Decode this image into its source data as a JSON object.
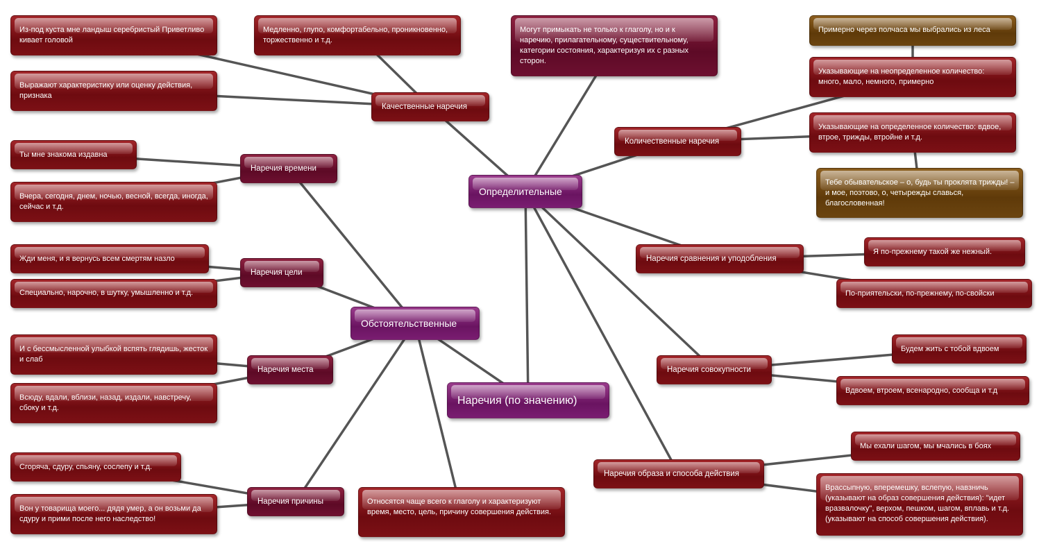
{
  "center": {
    "label": "Наречия (по значению)"
  },
  "groups": {
    "definitive": "Определительные",
    "circumstantial": "Обстоятельственные"
  },
  "categories": {
    "quality": "Качественные наречия",
    "quantity": "Количественные наречия",
    "comparison": "Наречия сравнения и уподобления",
    "collectivity": "Наречия совокупности",
    "manner": "Наречия образа и способа действия",
    "time": "Наречия времени",
    "purpose": "Наречия цели",
    "place": "Наречия места",
    "cause": "Наречия причины"
  },
  "notes": {
    "quality_example": "Из-под куста мне ландыш серебристый Приветливо кивает головой",
    "quality_desc": "Выражают характеристику или оценку действия, признака",
    "quality_list": "Медленно, глупо, комфортабельно, проникновенно, торжественно и т.д.",
    "definitive_desc": "Могут примыкать не только к глаголу, но и к наречию, прилагательному, существительному, категории состояния, характеризуя их с разных сторон.",
    "quantity_example": "Примерно через полчаса мы выбрались из леса",
    "quantity_indef": "Указывающие на неопределенное количество: много, мало, немного, примерно",
    "quantity_def": "Указывающие на определенное количество: вдвое, втрое, трижды, втройне и т.д.",
    "quantity_poem": "Тебе обывательское – о, будь ты проклята трижды! – и мое, поэтово, о, четырежды славься, благословенная!",
    "comparison_example": "Я по-прежнему такой же нежный.",
    "comparison_list": "По-приятельски, по-прежнему, по-свойски",
    "collectivity_example": "Будем жить с тобой вдвоем",
    "collectivity_list": "Вдвоем, втроем, всенародно, сообща и т.д",
    "manner_example": "Мы ехали шагом, мы мчались в боях",
    "manner_list": "Врассыпную, вперемешку, вслепую, навзничь (указывают на образ совершения действия): \"идет вразвалочку\", верхом, пешком, шагом, вплавь и т.д. (указывают на способ совершения действия).",
    "time_example": "Ты мне знакома издавна",
    "time_list": "Вчера, сегодня, днем, ночью, весной, всегда, иногда, сейчас и т.д.",
    "purpose_example": "Жди меня, и я вернусь всем смертям назло",
    "purpose_list": "Специально, нарочно, в шутку, умышленно и т.д.",
    "place_example": "И с бессмысленной улыбкой вспять глядишь, жесток и слаб",
    "place_list": "Всюду, вдали, вблизи, назад, издали, навстречу, сбоку и т.д.",
    "cause_list": "Сгоряча, сдуру, спьяну, сослепу и т.д.",
    "cause_example": "Вон у товарища моего... дядя умер, а он возьми да сдуру и прими после него наследство!",
    "circumstantial_desc": "Относятся чаще всего к глаголу и характеризуют время, место, цель, причину совершения действия."
  },
  "colors": {
    "red_node": "#7c1015",
    "maroon_node": "#6d1030",
    "brown_node": "#6b4410",
    "purple_node": "#7a1d71",
    "edge": "#555555"
  }
}
